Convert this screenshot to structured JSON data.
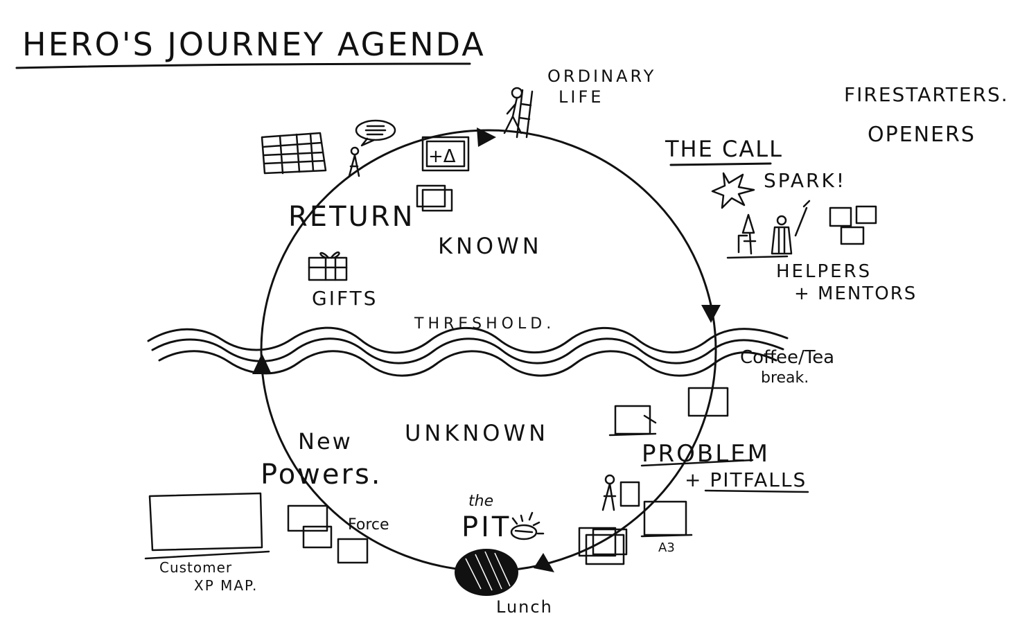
{
  "title": "HERO'S JOURNEY AGENDA",
  "stages": {
    "ordinary_life_line1": "ORDINARY",
    "ordinary_life_line2": "LIFE",
    "the_call": "THE CALL",
    "spark": "SPARK!",
    "helpers_line1": "HELPERS",
    "helpers_line2": "+ MENTORS",
    "threshold": "THRESHOLD.",
    "coffee_line1": "Coffee/Tea",
    "coffee_line2": "break.",
    "problem_line1": "PROBLEM",
    "problem_line2": "+ PITFALLS",
    "a3": "A3",
    "the": "the",
    "pit": "PIT",
    "lunch": "Lunch",
    "force": "Force",
    "new_powers_line1": "New",
    "new_powers_line2": "Powers.",
    "customer_line1": "Customer",
    "customer_line2": "XP MAP.",
    "gifts": "GIFTS",
    "return": "RETURN",
    "known": "KNOWN",
    "unknown": "UNKNOWN"
  },
  "side_notes": {
    "firestarters": "FIRESTARTERS.",
    "openers": "OPENERS"
  },
  "icons": {
    "frame_symbols": "+Δ"
  }
}
